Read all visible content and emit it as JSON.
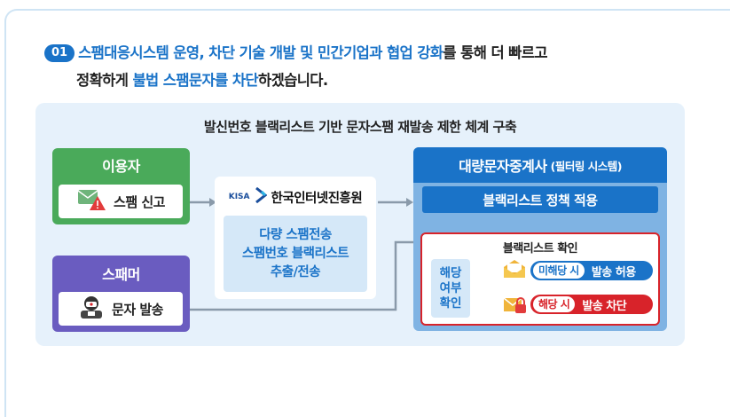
{
  "intro": {
    "number": "01",
    "line1_highlight": "스팸대응시스템 운영, 차단 기술 개발 및 민간기업과 협업 강화",
    "line1_rest": "를 통해 더 빠르고",
    "line2_pre": "정확하게 ",
    "line2_highlight": "불법 스팸문자를 차단",
    "line2_post": "하겠습니다."
  },
  "diagram": {
    "title": "발신번호 블랙리스트 기반 문자스팸 재발송 제한 체계 구축",
    "user": {
      "header": "이용자",
      "action": "스팸 신고"
    },
    "spammer": {
      "header": "스패머",
      "action": "문자 발송"
    },
    "kisa": {
      "logo_tag": "KISA",
      "logo_name": "한국인터넷진흥원",
      "lines": [
        "다량 스팸전송",
        "스팸번호 블랙리스트",
        "추출/전송"
      ]
    },
    "carrier": {
      "header": "대량문자중계사",
      "header_sub": "(필터링 시스템)",
      "policy": "블랙리스트 정책 적용",
      "check_title": "블랙리스트 확인",
      "check_label": [
        "해당",
        "여부",
        "확인"
      ],
      "allow": {
        "tag": "미해당 시",
        "text": "발송 허용"
      },
      "block": {
        "tag": "해당 시",
        "text": "발송 차단"
      }
    }
  },
  "colors": {
    "blue": "#1a73c8",
    "green": "#4aaa5a",
    "purple": "#6a5cc0",
    "red": "#d8232a",
    "panel": "#e6f1fb"
  }
}
